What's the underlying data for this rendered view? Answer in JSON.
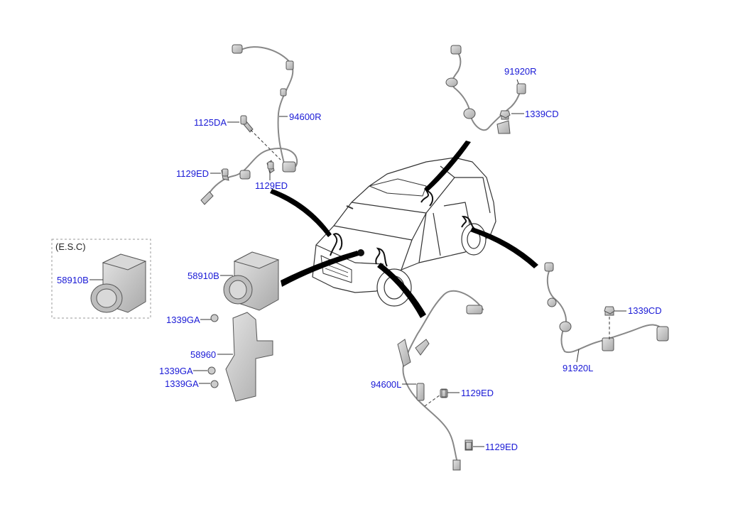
{
  "diagram": {
    "esc_label": "(E.S.C)",
    "parts": {
      "p94600R": "94600R",
      "p1125DA": "1125DA",
      "p1129ED_a": "1129ED",
      "p1129ED_b": "1129ED",
      "p91920R": "91920R",
      "p1339CD_a": "1339CD",
      "p58910B_esc": "58910B",
      "p58910B": "58910B",
      "p1339GA_a": "1339GA",
      "p58960": "58960",
      "p1339GA_b": "1339GA",
      "p1339GA_c": "1339GA",
      "p1339CD_b": "1339CD",
      "p91920L": "91920L",
      "p94600L": "94600L",
      "p1129ED_c": "1129ED",
      "p1129ED_d": "1129ED"
    }
  }
}
